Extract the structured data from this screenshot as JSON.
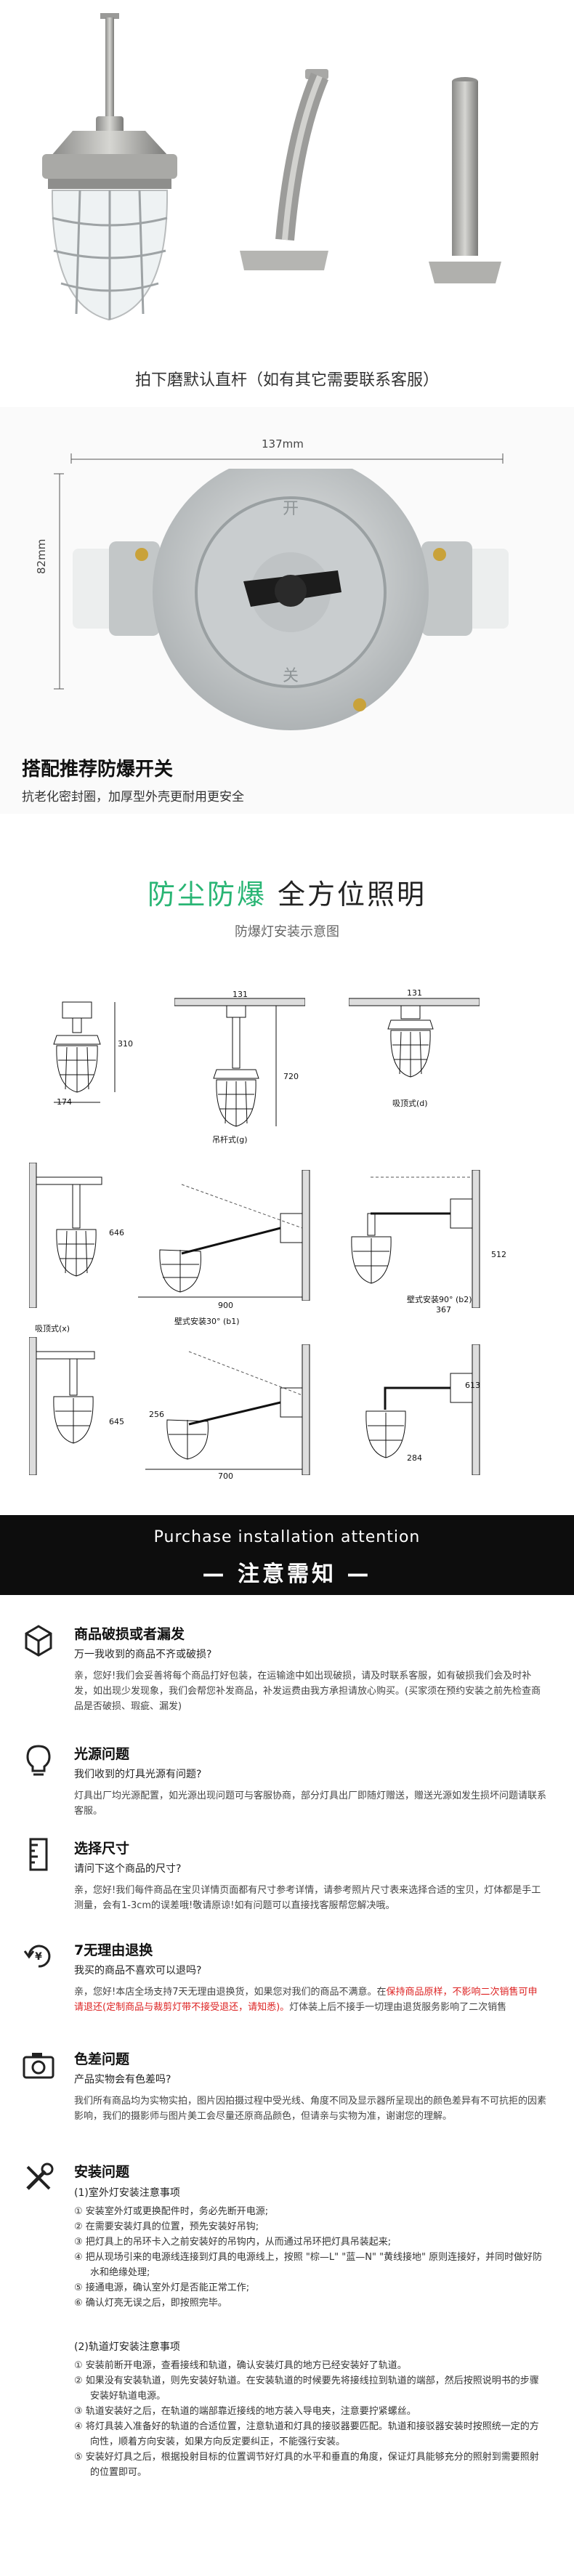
{
  "photo_caption": "拍下磨默认直杆（如有其它需要联系客服）",
  "switch": {
    "width_label": "137mm",
    "height_label": "82mm",
    "title": "搭配推荐防爆开关",
    "subtitle": "抗老化密封圈，加厚型外壳更耐用更安全"
  },
  "install": {
    "headline_green": "防尘防爆",
    "headline_black": " 全方位照明",
    "subtitle": "防爆灯安装示意图",
    "labels": {
      "d1_w": "174",
      "d1_h": "310",
      "d2_top": "131",
      "d2_h": "720",
      "d2_name": "吊杆式(g)",
      "d3_top": "131",
      "d3_name": "吸顶式(d)",
      "d4_name": "吸顶式(x)",
      "d4_h": "646",
      "d5_w": "900",
      "d5_name": "壁式安装30° (b1)",
      "d6_name": "壁式安装90° (b2)",
      "d6_w": "367",
      "d6_h": "512",
      "d7_h": "645",
      "d8_w": "700",
      "d8_h": "256",
      "d9_h": "613",
      "d9_w": "284"
    }
  },
  "banner": {
    "en": "Purchase installation attention",
    "cn": "— 注意需知 —"
  },
  "notices": [
    {
      "icon": "package-damage-icon",
      "title": "商品破损或者漏发",
      "question": "万一我收到的商品不齐或破损?",
      "answer": "亲，您好!我们会妥善将每个商品打好包装，在运输途中如出现破损，请及时联系客服，如有破损我们会及时补发，如出现少发现象，我们会帮您补发商品，补发运费由我方承担请放心购买。(买家须在预约安装之前先检查商品是否破损、瑕疵、漏发)"
    },
    {
      "icon": "light-bulb-icon",
      "title": "光源问题",
      "question": "我们收到的灯具光源有问题?",
      "answer": "灯具出厂均光源配置，如光源出现问题可与客服协商，部分灯具出厂即随灯赠送，赠送光源如发生损坏问题请联系客服。"
    },
    {
      "icon": "ruler-icon",
      "title": "选择尺寸",
      "question": "请问下这个商品的尺寸?",
      "answer": "亲，您好!我们每件商品在宝贝详情页面都有尺寸参考详情，请参考照片尺寸表来选择合适的宝贝，灯体都是手工测量，会有1-3cm的误差哦!敬请原谅!如有问题可以直接找客服帮您解决哦。"
    },
    {
      "icon": "refund-icon",
      "title": "7无理由退换",
      "question": "我买的商品不喜欢可以退吗?",
      "answer_a": "亲，您好!本店全场支持7天无理由退换货，如果您对我们的商品不满意。在",
      "answer_red": "保持商品原样，不影响二次销售可申请退还(定制商品与裁剪灯带不接受退还，请知悉)。",
      "answer_b": "灯体装上后不接手一切理由退货服务影响了二次销售"
    },
    {
      "icon": "camera-icon",
      "title": "色差问题",
      "question": "产品实物会有色差吗?",
      "answer": "我们所有商品均为实物实拍，图片因拍摄过程中受光线、角度不同及显示器所呈现出的颜色差异有不可抗拒的因素影响，我们的摄影师与图片美工会尽量还原商品颜色，但请亲与实物为准，谢谢您的理解。"
    },
    {
      "icon": "tools-icon",
      "title": "安装问题",
      "sub1": "(1)室外灯安装注意事项",
      "steps1": [
        "① 安装室外灯或更换配件时，务必先断开电源;",
        "② 在需要安装灯具的位置，预先安装好吊钩;",
        "③ 把灯具上的吊环卡入之前安装好的吊钩内，从而通过吊环把灯具吊装起来;",
        "④ 把从现场引来的电源线连接到灯具的电源线上，按照 \"棕—L\" \"蓝—N\" \"黄线接地\" 原则连接好，并同时做好防水和绝缘处理;",
        "⑤ 接通电源，确认室外灯是否能正常工作;",
        "⑥ 确认灯亮无误之后，即按照完毕。"
      ],
      "sub2": "(2)轨道灯安装注意事项",
      "steps2": [
        "① 安装前断开电源，查看接线和轨道，确认安装灯具的地方已经安装好了轨道。",
        "② 如果没有安装轨道，则先安装好轨道。在安装轨道的时候要先将接线拉到轨道的端部，然后按照说明书的步骤安装好轨道电源。",
        "③ 轨道安装好之后，在轨道的端部靠近接线的地方装入导电夹，注意要拧紧螺丝。",
        "④ 将灯具装入准备好的轨道的合适位置，注意轨道和灯具的接驳器要匹配。轨道和接驳器安装时按照统一定的方向性，顺着方向安装，如果方向反定要纠正，不能强行安装。",
        "⑤ 安装好灯具之后，根据投射目标的位置调节好灯具的水平和垂直的角度，保证灯具能够充分的照射到需要照射的位置即可。"
      ]
    }
  ]
}
